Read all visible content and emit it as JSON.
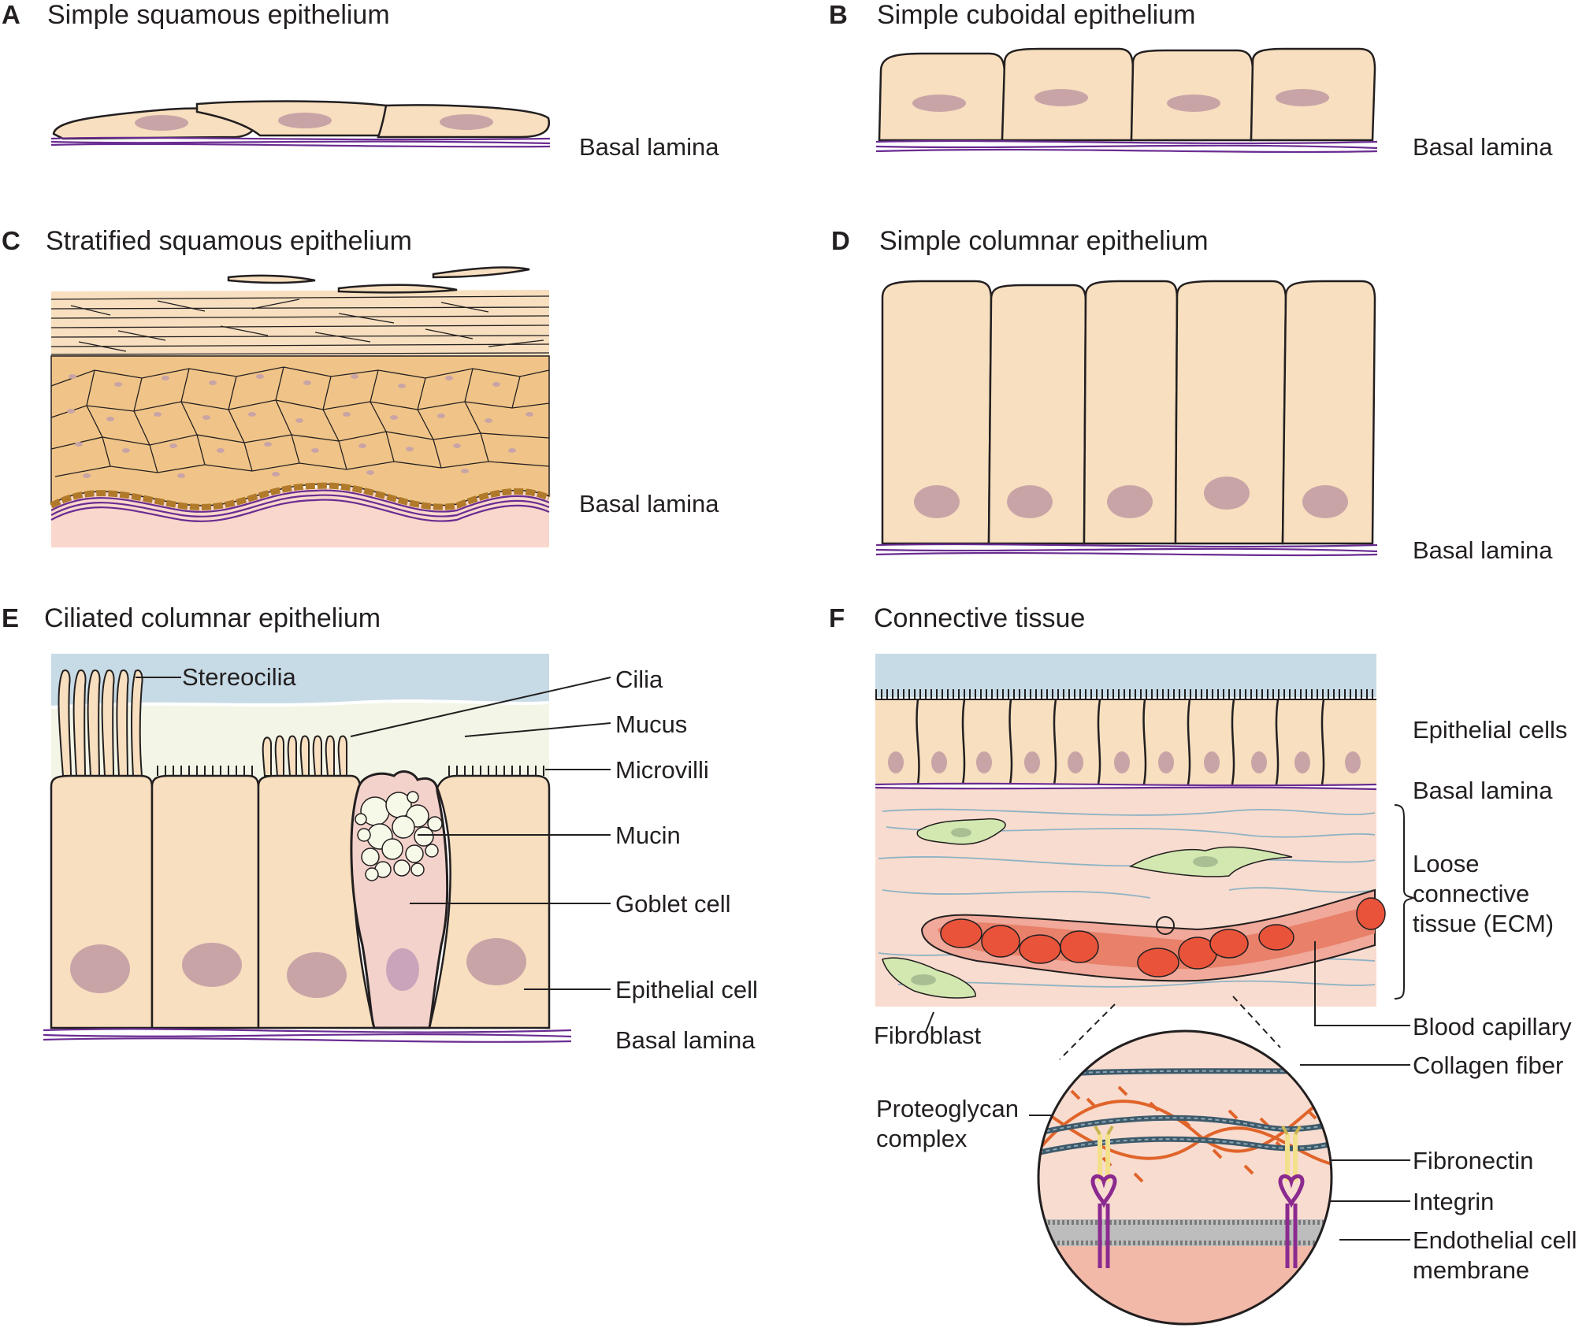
{
  "panels": {
    "a": {
      "letter": "A",
      "title": "Simple squamous epithelium",
      "basal": "Basal lamina"
    },
    "b": {
      "letter": "B",
      "title": "Simple cuboidal epithelium",
      "basal": "Basal lamina"
    },
    "c": {
      "letter": "C",
      "title": "Stratified squamous epithelium",
      "basal": "Basal lamina"
    },
    "d": {
      "letter": "D",
      "title": "Simple columnar epithelium",
      "basal": "Basal lamina"
    },
    "e": {
      "letter": "E",
      "title": "Ciliated columnar epithelium",
      "labels": {
        "stereocilia": "Stereocilia",
        "cilia": "Cilia",
        "mucus": "Mucus",
        "microvilli": "Microvilli",
        "mucin": "Mucin",
        "goblet": "Goblet cell",
        "epithelial": "Epithelial cell",
        "basal": "Basal lamina"
      }
    },
    "f": {
      "letter": "F",
      "title": "Connective tissue",
      "labels": {
        "epithelial_cells": "Epithelial cells",
        "basal": "Basal lamina",
        "loose_1": "Loose",
        "loose_2": "connective",
        "loose_3": "tissue (ECM)",
        "capillary": "Blood capillary",
        "fibroblast": "Fibroblast",
        "collagen": "Collagen fiber",
        "proteoglycan_1": "Proteoglycan",
        "proteoglycan_2": "complex",
        "fibronectin": "Fibronectin",
        "integrin": "Integrin",
        "endothelial_1": "Endothelial cell",
        "endothelial_2": "membrane"
      }
    }
  },
  "colors": {
    "cell_fill": "#f7dfbf",
    "nucleus": "#c9a4a7",
    "basal_lamina": "#6a2c91",
    "stratified_fill": "#f0c488",
    "mucus": "#f3f6e6",
    "lumen": "#c7dbe6",
    "goblet": "#f3d2cb",
    "ecm": "#f8dccf",
    "fibroblast": "#d2e8b0",
    "red_blood_cell": "#e8533a",
    "collagen": "#3d5a6b",
    "proteoglycan": "#e0642a",
    "integrin": "#8b2a8f",
    "fibronectin": "#f3e08a"
  }
}
